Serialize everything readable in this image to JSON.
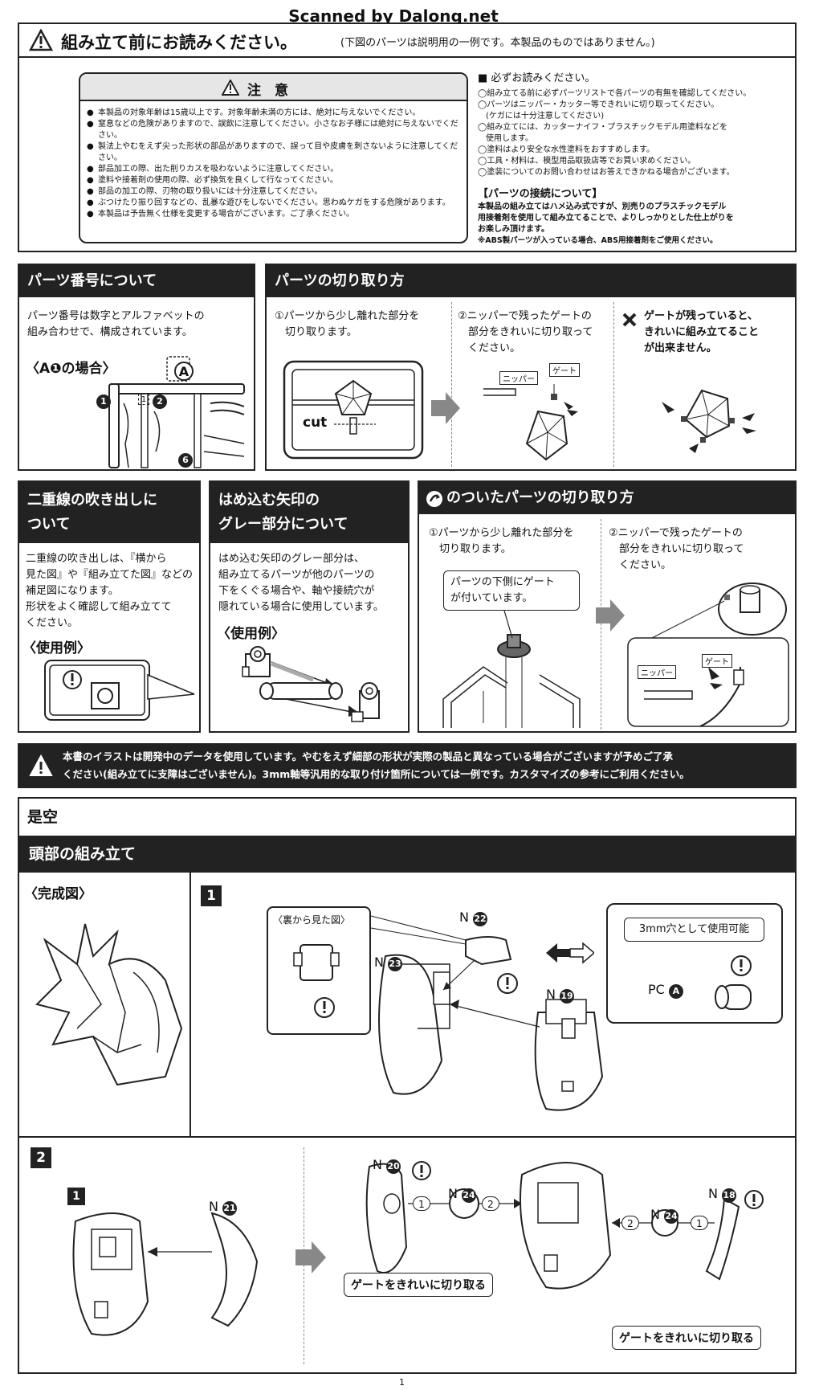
{
  "scanner_credit": "Scanned by Dalong.net",
  "top_notice": {
    "title": "組み立て前にお読みください。",
    "subtitle": "(下図のパーツは説明用の一例です。本製品のものではありません。)"
  },
  "caution_box": {
    "title": "注　意",
    "items": [
      "本製品の対象年齢は15歳以上です。対象年齢未満の方には、絶対に与えないでください。",
      "窒息などの危険がありますので、誤飲に注意してください。小さなお子様には絶対に与えないでください。",
      "製法上やむをえず尖った形状の部品がありますので、誤って目や皮膚を刺さないように注意してください。",
      "部品加工の際、出た削りカスを吸わないように注意してください。",
      "塗料や接着剤の使用の際、必ず換気を良くして行なってください。",
      "部品の加工の際、刃物の取り扱いには十分注意してください。",
      "ぶつけたり振り回すなどの、乱暴な遊びをしないでください。思わぬケガをする危険があります。",
      "本製品は予告無く仕様を変更する場合がございます。ご了承ください。"
    ]
  },
  "must_read": {
    "title": "■ 必ずお読みください。",
    "items": [
      "◯組み立てる前に必ずパーツリストで各パーツの有無を確認してください。",
      "◯パーツはニッパー・カッター等できれいに切り取ってください。",
      "　(ケガには十分注意してください)",
      "◯組み立てには、カッターナイフ・プラスチックモデル用塗料などを",
      "　使用します。",
      "◯塗料はより安全な水性塗料をおすすめします。",
      "◯工具・材料は、模型用品取扱店等でお買い求めください。",
      "◯塗装についてのお問い合わせはお答えできかねる場合がございます。"
    ],
    "connection_title": "【パーツの接続について】",
    "connection_lines": [
      "本製品の組み立てはハメ込み式ですが、別売りのプラスチックモデル",
      "用接着剤を使用して組み立てることで、よりしっかりとした仕上がりを",
      "お楽しみ頂けます。"
    ],
    "connection_note": "※ABS製パーツが入っている場合、ABS用接着剤をご使用ください。"
  },
  "part_number": {
    "title": "パーツ番号について",
    "text_lines": [
      "パーツ番号は数字とアルファベットの",
      "組み合わせで、構成されています。"
    ],
    "example": "〈A❶の場合〉",
    "letter": "A",
    "n1": "1",
    "n2": "2",
    "n1b": "1",
    "n6": "6"
  },
  "cutting": {
    "title": "パーツの切り取り方",
    "step1": [
      "①パーツから少し離れた部分を",
      "　切り取ります。"
    ],
    "step2": [
      "②ニッパーで残ったゲートの",
      "　部分をきれいに切り取って",
      "　ください。"
    ],
    "step3": [
      "ゲートが残っていると、",
      "きれいに組み立てること",
      "が出来ません。"
    ],
    "cut_label": "cut",
    "nipper_label": "ニッパー",
    "gate_label": "ゲート"
  },
  "double_line": {
    "title_lines": [
      "二重線の吹き出しに",
      "ついて"
    ],
    "text_lines": [
      "二重線の吹き出しは、『横から",
      "見た図』や『組み立てた図』などの",
      "補足図になります。",
      "形状をよく確認して組み立てて",
      "ください。"
    ],
    "example": "〈使用例〉"
  },
  "gray_arrow": {
    "title_lines": [
      "はめ込む矢印の",
      "グレー部分について"
    ],
    "text_lines": [
      "はめ込む矢印のグレー部分は、",
      "組み立てるパーツが他のパーツの",
      "下をくぐる場合や、軸や接続穴が",
      "隠れている場合に使用しています。"
    ],
    "example": "〈使用例〉"
  },
  "special_cut": {
    "title": "のついたパーツの切り取り方",
    "step1": [
      "①パーツから少し離れた部分を",
      "　切り取ります。"
    ],
    "callout": [
      "パーツの下側にゲート",
      "が付いています。"
    ],
    "step2": [
      "②ニッパーで残ったゲートの",
      "　部分をきれいに切り取って",
      "　ください。"
    ],
    "nipper_label": "ニッパー",
    "gate_label": "ゲート"
  },
  "illustration_notice": [
    "本書のイラストは開発中のデータを使用しています。やむをえず細部の形状が実際の製品と異なっている場合がございますが予めご了承",
    "ください(組み立てに支障はございません)。3mm軸等汎用的な取り付け箇所については一例です。カスタマイズの参考にご利用ください。"
  ],
  "character_name": "是空",
  "head_section": {
    "title": "頭部の組み立て",
    "complete_label": "〈完成図〉",
    "step1": {
      "number": "1",
      "back_view": "〈裏から見た図〉",
      "hole_label": "3mm穴として使用可能",
      "parts": [
        {
          "prefix": "N",
          "num": "22"
        },
        {
          "prefix": "N",
          "num": "23"
        },
        {
          "prefix": "N",
          "num": "19"
        },
        {
          "prefix": "PC",
          "num": "A"
        }
      ]
    },
    "step2": {
      "number": "2",
      "sub": "1",
      "parts": [
        {
          "prefix": "N",
          "num": "21"
        },
        {
          "prefix": "N",
          "num": "20"
        },
        {
          "prefix": "N",
          "num": "24"
        },
        {
          "prefix": "N",
          "num": "24"
        },
        {
          "prefix": "N",
          "num": "18"
        }
      ],
      "order": [
        "1",
        "2",
        "2",
        "1"
      ],
      "gate_note_1": "ゲートをきれいに切り取る",
      "gate_note_2": "ゲートをきれいに切り取る"
    }
  },
  "page_number": "1",
  "colors": {
    "dark": "#222222",
    "gray": "#888888",
    "light_gray": "#cccccc"
  }
}
